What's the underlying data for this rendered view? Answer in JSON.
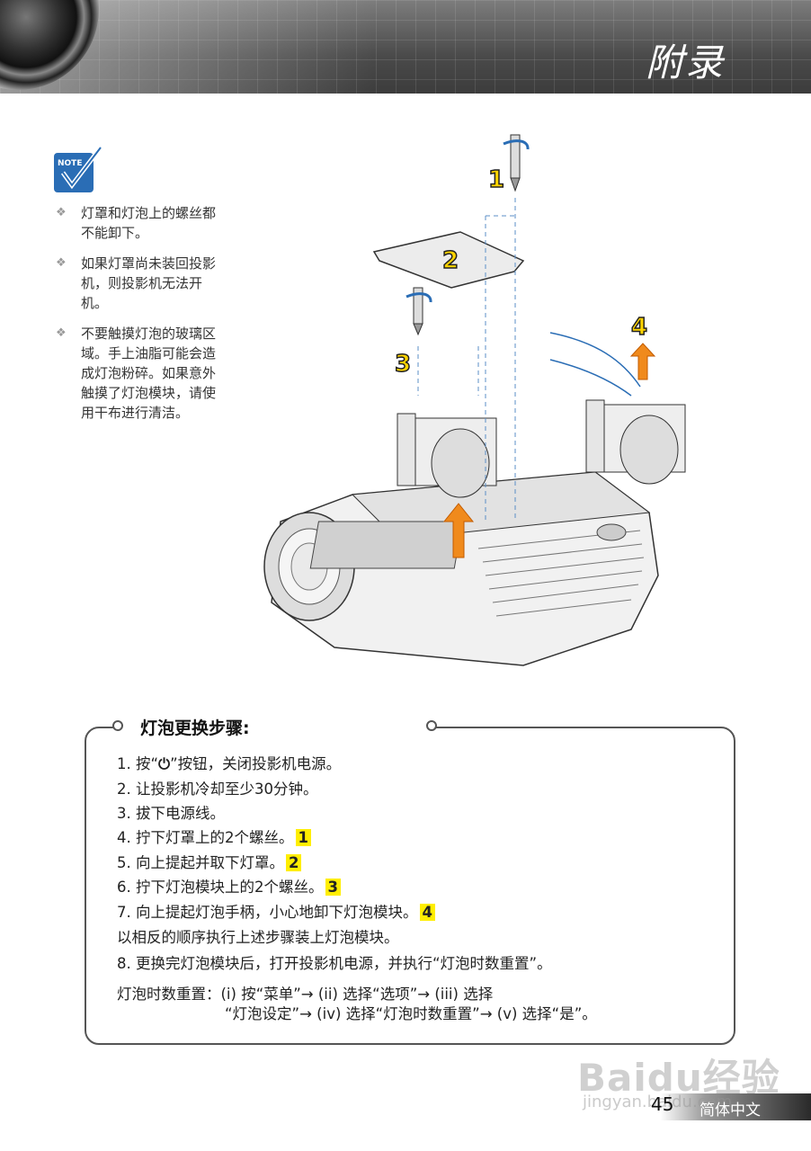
{
  "header": {
    "title": "附录"
  },
  "note": {
    "icon_label": "NOTE",
    "items": [
      "灯罩和灯泡上的螺丝都不能卸下。",
      "如果灯罩尚未装回投影机，则投影机无法开机。",
      "不要触摸灯泡的玻璃区域。手上油脂可能会造成灯泡粉碎。如果意外触摸了灯泡模块，请使用干布进行清洁。"
    ]
  },
  "diagram": {
    "callouts": [
      "1",
      "2",
      "3",
      "4"
    ]
  },
  "steps": {
    "title": "灯泡更换步骤:",
    "s1_pre": "1. 按“",
    "s1_post": "”按钮，关闭投影机电源。",
    "s2": "2. 让投影机冷却至少30分钟。",
    "s3": "3. 拔下电源线。",
    "s4": "4. 拧下灯罩上的2个螺丝。",
    "s4_ref": "1",
    "s5": "5. 向上提起并取下灯罩。",
    "s5_ref": "2",
    "s6": "6. 拧下灯泡模块上的2个螺丝。",
    "s6_ref": "3",
    "s7": "7. 向上提起灯泡手柄，小心地卸下灯泡模块。",
    "s7_ref": "4",
    "reverse": "以相反的顺序执行上述步骤装上灯泡模块。",
    "s8": "8.   更换完灯泡模块后，打开投影机电源，并执行“灯泡时数重置”。",
    "reset_line1": "灯泡时数重置：(i) 按“菜单”→ (ii) 选择“选项”→ (iii) 选择",
    "reset_line2": "“灯泡设定”→ (iv) 选择“灯泡时数重置”→ (v) 选择“是”。"
  },
  "footer": {
    "page_number": "45",
    "language": "简体中文",
    "watermark_brand": "Baidu经验",
    "watermark_url": "jingyan.baidu.com"
  },
  "colors": {
    "highlight": "#ffee00",
    "header_dark": "#3c3c3c",
    "note_blue": "#2a6db5"
  }
}
